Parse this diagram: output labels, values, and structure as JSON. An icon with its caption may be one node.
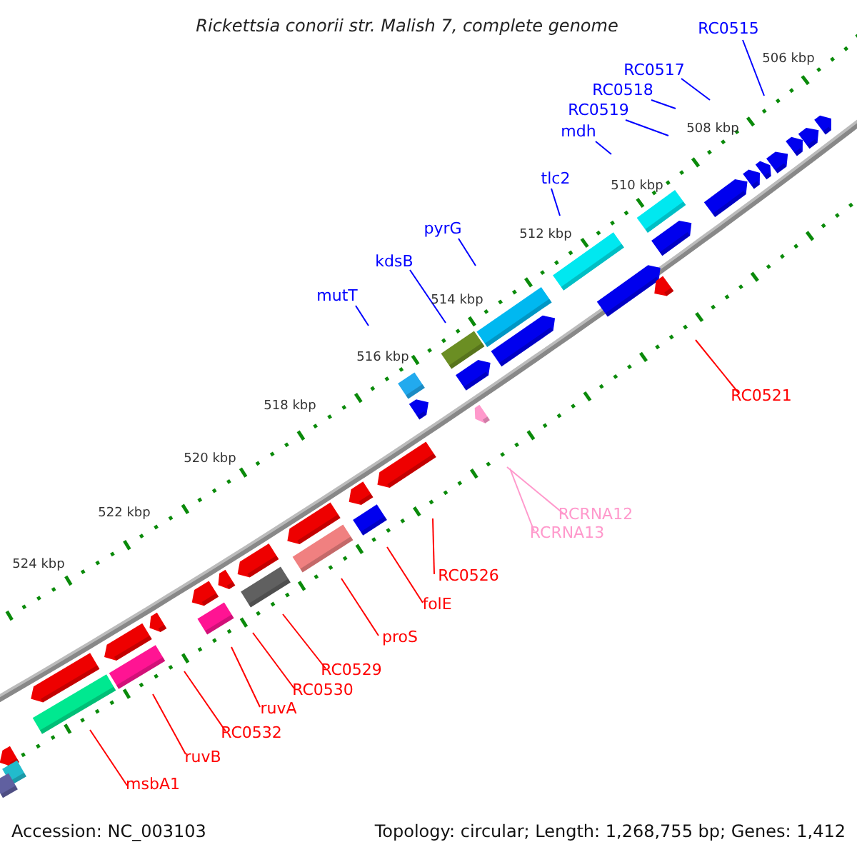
{
  "diagram": {
    "title": "Rickettsia conorii str. Malish 7, complete genome",
    "nodes": [
      {
        "text": [
          "RC0515"
        ]
      },
      {
        "text": [
          "RC0517"
        ]
      },
      {
        "text": [
          "RC0518"
        ]
      },
      {
        "text": [
          "RC0519"
        ]
      },
      {
        "text": [
          "mdh"
        ]
      },
      {
        "text": [
          "tlc2"
        ]
      },
      {
        "text": [
          "pyrG"
        ]
      },
      {
        "text": [
          "kdsB"
        ]
      },
      {
        "text": [
          "mutT"
        ]
      },
      {
        "text": [
          "RC0521"
        ]
      },
      {
        "text": [
          "RCRNA12"
        ]
      },
      {
        "text": [
          "RCRNA13"
        ]
      },
      {
        "text": [
          "RC0526"
        ]
      },
      {
        "text": [
          "folE"
        ]
      },
      {
        "text": [
          "proS"
        ]
      },
      {
        "text": [
          "RC0529"
        ]
      },
      {
        "text": [
          "RC0530"
        ]
      },
      {
        "text": [
          "ruvA"
        ]
      },
      {
        "text": [
          "RC0532"
        ]
      },
      {
        "text": [
          "ruvB"
        ]
      },
      {
        "text": [
          "msbA1"
        ]
      }
    ],
    "edges": [
      {
        "from": 0,
        "to": null,
        "arrow": "none",
        "color": "#0000ff"
      },
      {
        "from": 1,
        "to": null,
        "arrow": "none",
        "color": "#0000ff"
      },
      {
        "from": 2,
        "to": null,
        "arrow": "none",
        "color": "#0000ff"
      },
      {
        "from": 3,
        "to": null,
        "arrow": "none",
        "color": "#0000ff"
      },
      {
        "from": 4,
        "to": null,
        "arrow": "none",
        "color": "#0000ff"
      },
      {
        "from": 5,
        "to": null,
        "arrow": "none",
        "color": "#0000ff"
      },
      {
        "from": 6,
        "to": null,
        "arrow": "none",
        "color": "#0000ff"
      },
      {
        "from": 7,
        "to": null,
        "arrow": "none",
        "color": "#0000ff"
      },
      {
        "from": 8,
        "to": null,
        "arrow": "none",
        "color": "#0000ff"
      },
      {
        "from": 9,
        "to": null,
        "arrow": "none"
      },
      {
        "from": 10,
        "to": null,
        "arrow": "none",
        "color": "#ff99cc"
      },
      {
        "from": 11,
        "to": null,
        "arrow": "none",
        "color": "#ff99cc"
      },
      {
        "from": 12,
        "to": null,
        "arrow": "none"
      },
      {
        "from": 13,
        "to": null,
        "arrow": "none"
      },
      {
        "from": 14,
        "to": null,
        "arrow": "none"
      },
      {
        "from": 15,
        "to": null,
        "arrow": "none"
      },
      {
        "from": 16,
        "to": null,
        "arrow": "none"
      },
      {
        "from": 17,
        "to": null,
        "arrow": "none"
      },
      {
        "from": 18,
        "to": null,
        "arrow": "none"
      },
      {
        "from": 19,
        "to": null,
        "arrow": "none"
      },
      {
        "from": 20,
        "to": null,
        "arrow": "none"
      }
    ],
    "labels": [
      "506 kbp",
      "508 kbp",
      "510 kbp",
      "512 kbp",
      "514 kbp",
      "516 kbp",
      "518 kbp",
      "520 kbp",
      "522 kbp",
      "524 kbp",
      "Accession: NC_003103",
      "Topology: circular; Length: 1,268,755 bp; Genes: 1,412"
    ]
  }
}
